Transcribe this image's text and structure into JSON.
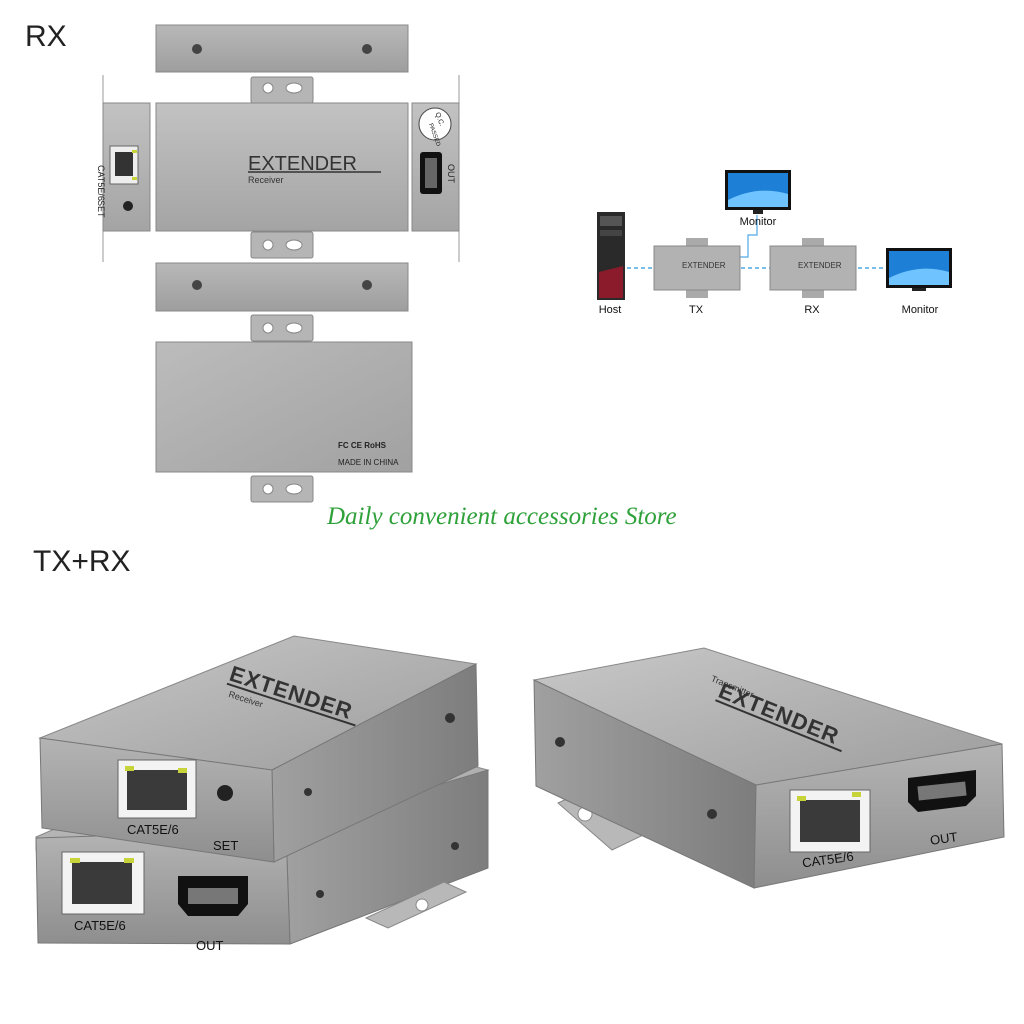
{
  "labels": {
    "rx_view": "RX",
    "tx_rx_view": "TX+RX",
    "store_name": "Daily convenient accessories Store"
  },
  "device": {
    "brand": "EXTENDER",
    "receiver_sub": "Receiver",
    "transmitter_sub": "Transmitter",
    "port_rj45": "CAT5E/6",
    "port_rj45_side": "CAT5E/6",
    "port_set": "SET",
    "port_out": "OUT",
    "qc_line1": "Q.C.",
    "qc_line2": "PASSED",
    "certs": "FC CE RoHS",
    "origin": "MADE IN CHINA"
  },
  "diagram": {
    "host": "Host",
    "tx": "TX",
    "rx": "RX",
    "monitor_top": "Monitor",
    "monitor_right": "Monitor",
    "box_label": "EXTENDER"
  },
  "colors": {
    "metal": "#a9a9a9",
    "metal_light": "#c4c4c4",
    "metal_dark": "#8a8a8a",
    "store_green": "#2ea13a",
    "host_red": "#8b1a2b",
    "screen_blue": "#1e7fd6"
  }
}
